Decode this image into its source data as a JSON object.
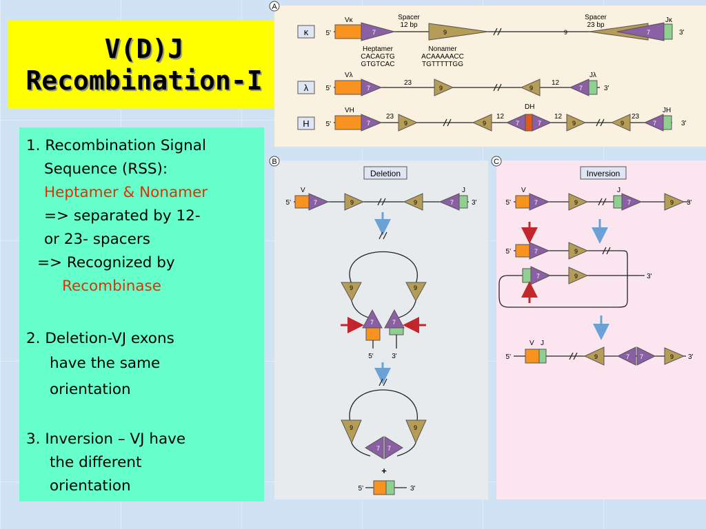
{
  "title": {
    "line1": "V(D)J",
    "line2": "Recombination-I"
  },
  "notes": {
    "item1_a": "1. Recombination Signal",
    "item1_b": "Sequence (RSS):",
    "item1_c": "Heptamer & Nonamer",
    "item1_d": "=> separated by 12-",
    "item1_e": "or 23- spacers",
    "item1_f": "=> Recognized by",
    "item1_g": "Recombinase",
    "item2_a": "2. Deletion-VJ exons",
    "item2_b": "have the same",
    "item2_c": "orientation",
    "item3_a": "3. Inversion – VJ have",
    "item3_b": "the different",
    "item3_c": "orientation"
  },
  "colors": {
    "heptamer": "#8b5fa3",
    "nonamer": "#b59c57",
    "v_segment": "#f7931e",
    "j_segment": "#8fcf8f",
    "d_segment": "#e05a1a",
    "arrow_blue": "#6aa2d8",
    "arrow_red": "#c0262c",
    "title_bg": "#ffff00",
    "notes_bg": "#66ffcc"
  },
  "figure": {
    "panel_a": "A",
    "panel_b": "B",
    "panel_c": "C",
    "kappa": "κ",
    "lambda": "λ",
    "heavy": "H",
    "five": "5'",
    "three": "3'",
    "seven": "7",
    "nine": "9",
    "twelve": "12",
    "twentythree": "23",
    "v_kappa": "Vκ",
    "j_kappa": "Jκ",
    "v_lambda": "Vλ",
    "j_lambda": "Jλ",
    "v_h": "VH",
    "d_h": "DH",
    "j_h": "JH",
    "spacer1_a": "Spacer",
    "spacer1_b": "12 bp",
    "spacer2_a": "Spacer",
    "spacer2_b": "23 bp",
    "heptamer_label": "Heptamer",
    "heptamer_seq1": "CACAGTG",
    "heptamer_seq2": "GTGTCAC",
    "nonamer_label": "Nonamer",
    "nonamer_seq1": "ACAAAAACC",
    "nonamer_seq2": "TGTTTTTGG",
    "deletion": "Deletion",
    "inversion": "Inversion",
    "v": "V",
    "j": "J",
    "plus": "+"
  }
}
